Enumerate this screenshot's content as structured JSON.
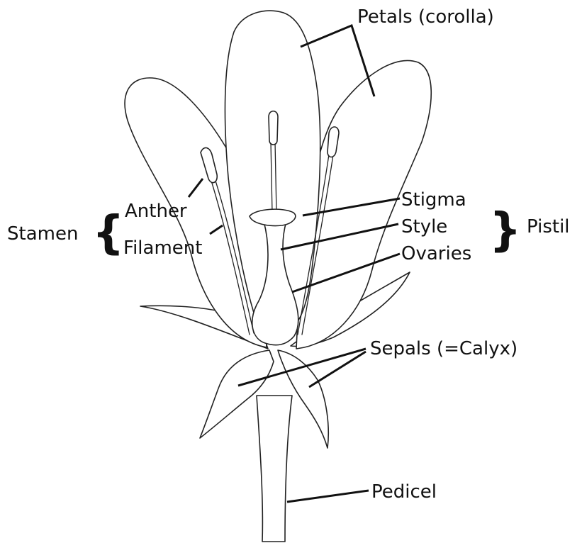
{
  "labels": {
    "petals": "Petals (corolla)",
    "stamen": "Stamen",
    "anther": "Anther",
    "filament": "Filament",
    "stigma": "Stigma",
    "style": "Style",
    "ovaries": "Ovaries",
    "pistil": "Pistil",
    "sepals": "Sepals (=Calyx)",
    "pedicel": "Pedicel"
  },
  "brace_glyph": "{",
  "brace_glyph_right": "}"
}
